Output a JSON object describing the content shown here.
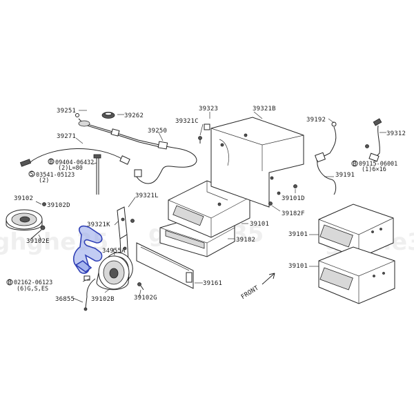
{
  "watermark": "ghghe35",
  "labels": {
    "l39251": "39251",
    "l39262": "39262",
    "l39323": "39323",
    "l39321B": "39321B",
    "l39192": "39192",
    "l39312": "39312",
    "l39321C": "39321C",
    "l39250": "39250",
    "l39271": "39271",
    "bolt_09404_line1": "09404-06432",
    "bolt_09404_line2": "(2)L=80",
    "bolt_03541_line1": "03541-05123",
    "bolt_03541_line2": "(2)",
    "bolt_09115_line1": "09115-06001",
    "bolt_09115_line2": "(1)6×16",
    "l39191": "39191",
    "l39101D": "39101D",
    "l39102": "39102",
    "l39102D": "39102D",
    "l39321L": "39321L",
    "l39101_a": "39101",
    "l39182F": "39182F",
    "l39321K": "39321K",
    "l39102E": "39102E",
    "l34955A": "34955A",
    "l39182": "39182",
    "l39101_b": "39101",
    "l39101_c": "39101",
    "bolt_02162_line1": "02162-06123",
    "bolt_02162_line2": "(6)G,S,ES",
    "l36855": "36855",
    "l39102B": "39102B",
    "l39102G": "39102G",
    "l39161": "39161",
    "front": "FRONT",
    "circle_S": "S",
    "circle_B1": "B",
    "circle_B2": "B",
    "circle_B3": "B"
  }
}
